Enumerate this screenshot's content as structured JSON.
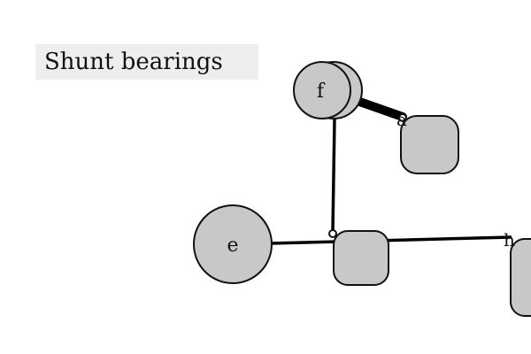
{
  "diagram": {
    "title": "Shunt bearings",
    "colors": {
      "node_fill": "#c8c8c8",
      "node_stroke": "#111111",
      "edge": "#000000",
      "title_background": "#eeeeee"
    },
    "nodes": {
      "f": {
        "label": "f",
        "shape": "circle"
      },
      "e": {
        "label": "e",
        "shape": "circle"
      },
      "upper_box": {
        "label": "",
        "shape": "rounded-square"
      },
      "center_box": {
        "label": "",
        "shape": "rounded-square"
      },
      "right_box": {
        "label": "",
        "shape": "rounded-square"
      }
    },
    "ports": {
      "a": {
        "label": "a"
      },
      "h": {
        "label": "h"
      }
    },
    "edges": [
      {
        "from": "f",
        "to": "upper_box",
        "style": "thick"
      },
      {
        "from": "f",
        "to": "center_box",
        "style": "normal"
      },
      {
        "from": "e",
        "to": "right_box",
        "style": "normal"
      }
    ]
  }
}
